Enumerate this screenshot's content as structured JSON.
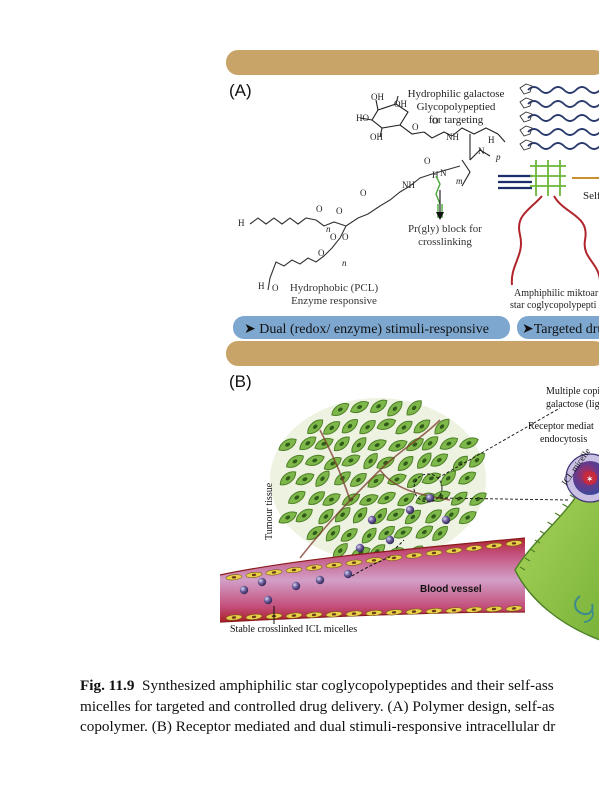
{
  "panel_a": {
    "label": "(A)",
    "galactose_label": [
      "Hydrophilic galactose",
      "Glycopolypeptied",
      "for targeting"
    ],
    "oh_labels": [
      "OH",
      "OH",
      "HO",
      "OH"
    ],
    "atom_labels": [
      "O",
      "O",
      "NH",
      "H",
      "N",
      "O",
      "H",
      "N",
      "NH",
      "O",
      "O",
      "O",
      "H",
      "O",
      "O",
      "O",
      "H",
      "O"
    ],
    "subscripts": [
      "p",
      "m",
      "n",
      "n"
    ],
    "pr_gly_label": [
      "Pr(gly) block for",
      "crosslinking"
    ],
    "pcl_label": [
      "Hydrophobic (PCL)",
      "Enzyme responsive"
    ],
    "miktoarm_label": [
      "Amphiphilic miktoar",
      "star coglycopolypepti"
    ],
    "self_label": "Self",
    "banner_left": "Dual (redox/ enzyme) stimuli-responsive",
    "banner_right": "Targeted dru"
  },
  "panel_b": {
    "label": "(B)",
    "tumour_label": "Tumour tissue",
    "blood_vessel_label": "Blood vessel",
    "stable_label": "Stable crosslinked ICL micelles",
    "copies_label": [
      "Multiple copi",
      "galactose (lig"
    ],
    "receptor_label": [
      "Receptor mediat",
      "endocytosis"
    ],
    "icl_label": "ICL micelle"
  },
  "caption": {
    "fig_label": "Fig. 11.9",
    "line1": "Synthesized amphiphilic star coglycopolypeptides and their self-ass",
    "line2": "micelles for targeted and controlled drug delivery. (A) Polymer design, self-as",
    "line3": "copolymer. (B) Receptor mediated and dual stimuli-responsive intracellular dr"
  },
  "colors": {
    "tan_band": "#c8a468",
    "banner_blue": "#7ea7cf",
    "cell_green": "#7fb84a",
    "cell_dark": "#4d7f26",
    "vessel_red": "#b52226",
    "vessel_pink": "#c98bb6",
    "cell_yellow": "#e9d24a",
    "chain_navy": "#2a3a6e",
    "chain_green": "#6bb83a",
    "chain_red": "#b0252b",
    "big_cell_green": "#8ec63f"
  }
}
